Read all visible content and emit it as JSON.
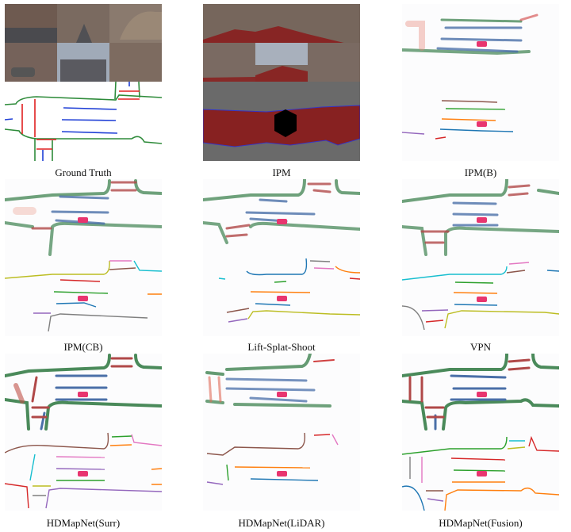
{
  "figure": {
    "panels": [
      {
        "id": "ground-truth",
        "caption": "Ground Truth"
      },
      {
        "id": "ipm",
        "caption": "IPM"
      },
      {
        "id": "ipm-b",
        "caption": "IPM(B)"
      },
      {
        "id": "ipm-cb",
        "caption": "IPM(CB)"
      },
      {
        "id": "lift-splat-shoot",
        "caption": "Lift-Splat-Shoot"
      },
      {
        "id": "vpn",
        "caption": "VPN"
      },
      {
        "id": "hdmapnet-surr",
        "caption": "HDMapNet(Surr)"
      },
      {
        "id": "hdmapnet-lidar",
        "caption": "HDMapNet(LiDAR)"
      },
      {
        "id": "hdmapnet-fusion",
        "caption": "HDMapNet(Fusion)"
      }
    ],
    "colors": {
      "boundary": "#2e8b3a",
      "divider": "#1f3fd6",
      "crossing": "#e02020",
      "semantic_boundary": "#4a8a5a",
      "semantic_divider": "#4a6fa8",
      "semantic_crossing": "#b04848",
      "ego_car": "#e8356f",
      "ipm_road": "#8b1a1a"
    }
  }
}
